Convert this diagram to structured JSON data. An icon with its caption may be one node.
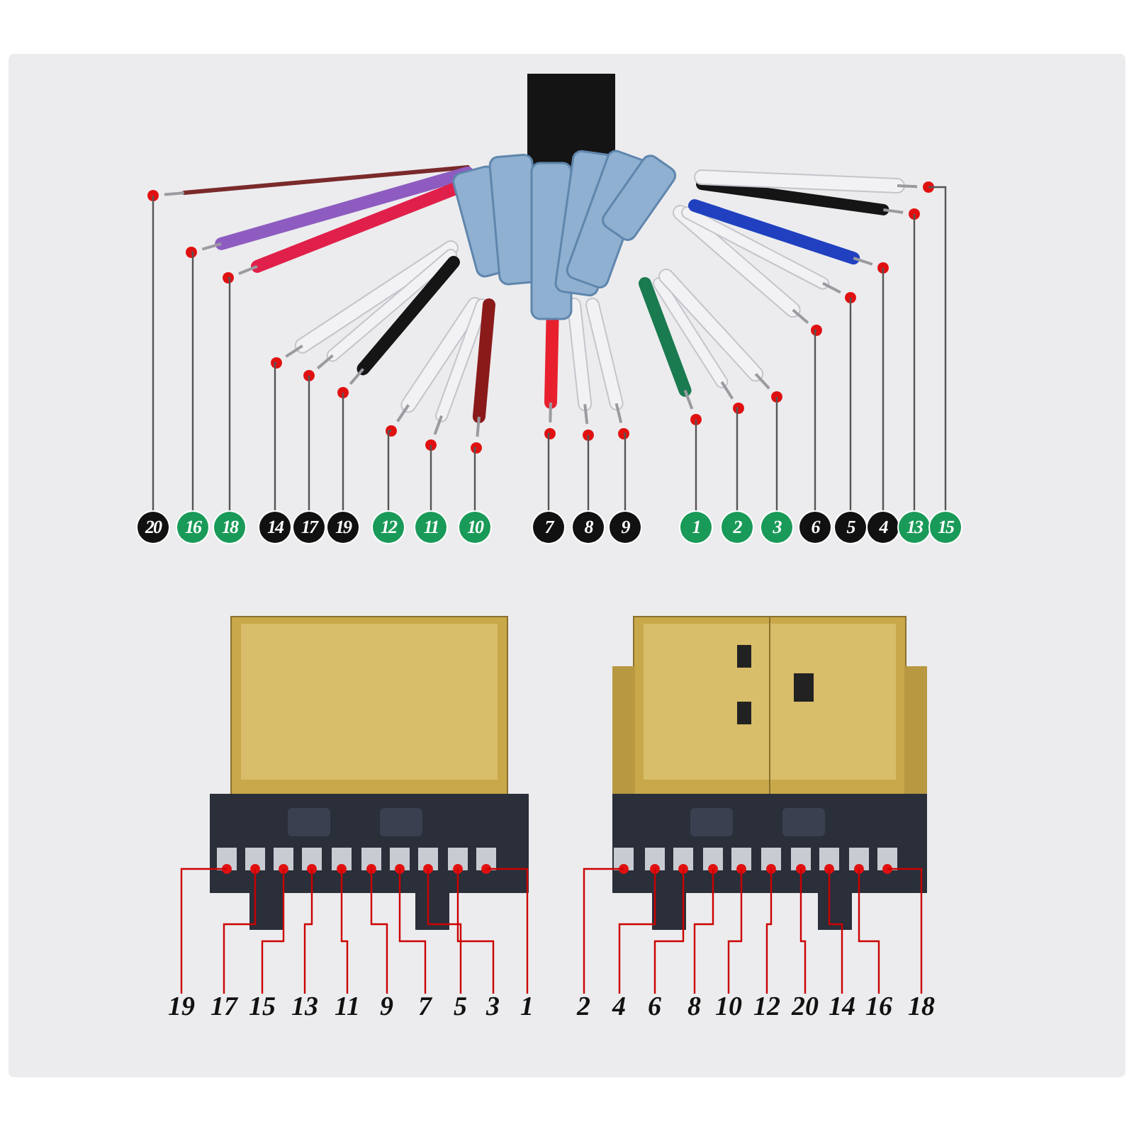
{
  "diagram": {
    "nodes": [
      {
        "text": [
          "20"
        ]
      },
      {
        "text": [
          "16"
        ]
      },
      {
        "text": [
          "18"
        ]
      },
      {
        "text": [
          "14"
        ]
      },
      {
        "text": [
          "17"
        ]
      },
      {
        "text": [
          "19"
        ]
      },
      {
        "text": [
          "12"
        ]
      },
      {
        "text": [
          "11"
        ]
      },
      {
        "text": [
          "10"
        ]
      },
      {
        "text": [
          "7"
        ]
      },
      {
        "text": [
          "8"
        ]
      },
      {
        "text": [
          "9"
        ]
      },
      {
        "text": [
          "1"
        ]
      },
      {
        "text": [
          "2"
        ]
      },
      {
        "text": [
          "3"
        ]
      },
      {
        "text": [
          "6"
        ]
      },
      {
        "text": [
          "5"
        ]
      },
      {
        "text": [
          "4"
        ]
      },
      {
        "text": [
          "13"
        ]
      },
      {
        "text": [
          "15"
        ]
      },
      {
        "text": [
          "19"
        ]
      },
      {
        "text": [
          "17"
        ]
      },
      {
        "text": [
          "15"
        ]
      },
      {
        "text": [
          "13"
        ]
      },
      {
        "text": [
          "11"
        ]
      },
      {
        "text": [
          "9"
        ]
      },
      {
        "text": [
          "7"
        ]
      },
      {
        "text": [
          "5"
        ]
      },
      {
        "text": [
          "3"
        ]
      },
      {
        "text": [
          "1"
        ]
      },
      {
        "text": [
          "2"
        ]
      },
      {
        "text": [
          "4"
        ]
      },
      {
        "text": [
          "6"
        ]
      },
      {
        "text": [
          "8"
        ]
      },
      {
        "text": [
          "10"
        ]
      },
      {
        "text": [
          "12"
        ]
      },
      {
        "text": [
          "20"
        ]
      },
      {
        "text": [
          "14"
        ]
      },
      {
        "text": [
          "16"
        ]
      },
      {
        "text": [
          "18"
        ]
      }
    ],
    "edges": [
      {
        "from": 0,
        "to": null,
        "arrow": "none"
      },
      {
        "from": 1,
        "to": null,
        "arrow": "none"
      },
      {
        "from": 2,
        "to": null,
        "arrow": "none"
      },
      {
        "from": 3,
        "to": null,
        "arrow": "none"
      },
      {
        "from": 4,
        "to": null,
        "arrow": "none"
      },
      {
        "from": 5,
        "to": null,
        "arrow": "none"
      },
      {
        "from": 6,
        "to": null,
        "arrow": "none"
      },
      {
        "from": 7,
        "to": null,
        "arrow": "none"
      },
      {
        "from": 8,
        "to": null,
        "arrow": "none"
      },
      {
        "from": 9,
        "to": null,
        "arrow": "none"
      },
      {
        "from": 10,
        "to": null,
        "arrow": "none"
      },
      {
        "from": 11,
        "to": null,
        "arrow": "none"
      },
      {
        "from": 12,
        "to": null,
        "arrow": "none"
      },
      {
        "from": 13,
        "to": null,
        "arrow": "none"
      },
      {
        "from": 14,
        "to": null,
        "arrow": "none"
      },
      {
        "from": 15,
        "to": null,
        "arrow": "none"
      },
      {
        "from": 16,
        "to": null,
        "arrow": "none"
      },
      {
        "from": 17,
        "to": null,
        "arrow": "none"
      },
      {
        "from": 18,
        "to": null,
        "arrow": "none"
      },
      {
        "from": 19,
        "to": null,
        "arrow": "none"
      },
      {
        "from": 20,
        "to": null,
        "arrow": "none",
        "color": "#cc0000"
      },
      {
        "from": 21,
        "to": null,
        "arrow": "none",
        "color": "#cc0000"
      },
      {
        "from": 22,
        "to": null,
        "arrow": "none",
        "color": "#cc0000"
      },
      {
        "from": 23,
        "to": null,
        "arrow": "none",
        "color": "#cc0000"
      },
      {
        "from": 24,
        "to": null,
        "arrow": "none",
        "color": "#cc0000"
      },
      {
        "from": 25,
        "to": null,
        "arrow": "none",
        "color": "#cc0000"
      },
      {
        "from": 26,
        "to": null,
        "arrow": "none",
        "color": "#cc0000"
      },
      {
        "from": 27,
        "to": null,
        "arrow": "none",
        "color": "#cc0000"
      },
      {
        "from": 28,
        "to": null,
        "arrow": "none",
        "color": "#cc0000"
      },
      {
        "from": 29,
        "to": null,
        "arrow": "none",
        "color": "#cc0000"
      },
      {
        "from": 30,
        "to": null,
        "arrow": "none",
        "color": "#cc0000"
      },
      {
        "from": 31,
        "to": null,
        "arrow": "none",
        "color": "#cc0000"
      },
      {
        "from": 32,
        "to": null,
        "arrow": "none",
        "color": "#cc0000"
      },
      {
        "from": 33,
        "to": null,
        "arrow": "none",
        "color": "#cc0000"
      },
      {
        "from": 34,
        "to": null,
        "arrow": "none",
        "color": "#cc0000"
      },
      {
        "from": 35,
        "to": null,
        "arrow": "none",
        "color": "#cc0000"
      },
      {
        "from": 36,
        "to": null,
        "arrow": "none",
        "color": "#cc0000"
      },
      {
        "from": 37,
        "to": null,
        "arrow": "none",
        "color": "#cc0000"
      },
      {
        "from": 38,
        "to": null,
        "arrow": "none",
        "color": "#cc0000"
      },
      {
        "from": 39,
        "to": null,
        "arrow": "none",
        "color": "#cc0000"
      }
    ]
  }
}
